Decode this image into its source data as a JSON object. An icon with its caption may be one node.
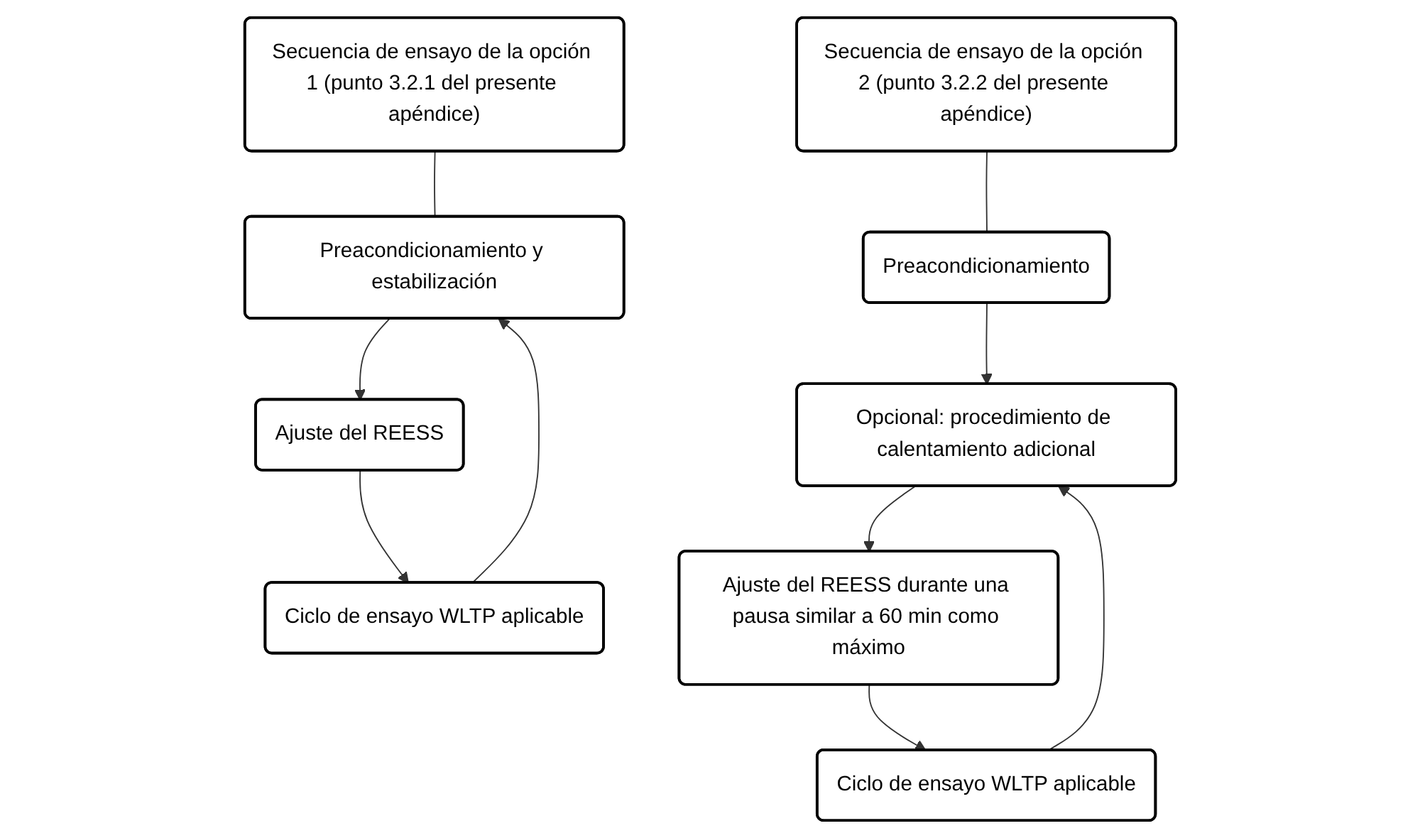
{
  "diagram": {
    "nodes": [
      {
        "text": [
          "Secuencia de ensayo de la opción 1 (punto 3.2.1 del presente apéndice)"
        ]
      },
      {
        "text": [
          "Preacondicionamiento y estabilización"
        ]
      },
      {
        "text": [
          "Ajuste del REESS"
        ]
      },
      {
        "text": [
          "Ciclo de ensayo WLTP aplicable"
        ]
      },
      {
        "text": [
          "Secuencia de ensayo de la opción 2 (punto 3.2.2 del presente apéndice)"
        ]
      },
      {
        "text": [
          "Preacondicionamiento"
        ]
      },
      {
        "text": [
          "Opcional: procedimiento de calentamiento adicional"
        ]
      },
      {
        "text": [
          "Ajuste del REESS durante una pausa similar a 60 min como máximo"
        ]
      },
      {
        "text": [
          "Ciclo de ensayo WLTP aplicable"
        ]
      }
    ],
    "edges": [
      {
        "from": 0,
        "to": 1,
        "arrow": "none"
      },
      {
        "from": 1,
        "to": 2,
        "arrow": "to"
      },
      {
        "from": 2,
        "to": 3,
        "arrow": "to"
      },
      {
        "from": 3,
        "to": 1,
        "arrow": "to"
      },
      {
        "from": 4,
        "to": 5,
        "arrow": "none"
      },
      {
        "from": 5,
        "to": 6,
        "arrow": "to"
      },
      {
        "from": 6,
        "to": 7,
        "arrow": "to"
      },
      {
        "from": 7,
        "to": 8,
        "arrow": "to"
      },
      {
        "from": 8,
        "to": 6,
        "arrow": "to"
      }
    ]
  }
}
